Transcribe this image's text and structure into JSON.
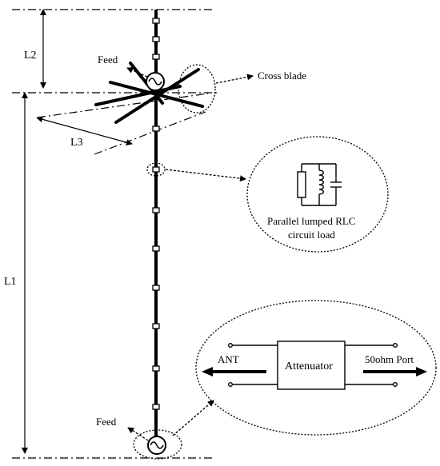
{
  "labels": {
    "l1": "L1",
    "l2": "L2",
    "l3": "L3",
    "feed_top": "Feed",
    "feed_bottom": "Feed",
    "cross_blade": "Cross blade",
    "rlc_line1": "Parallel lumped RLC",
    "rlc_line2": "circuit load",
    "ant": "ANT",
    "attenuator": "Attenuator",
    "port": "50ohm Port"
  }
}
